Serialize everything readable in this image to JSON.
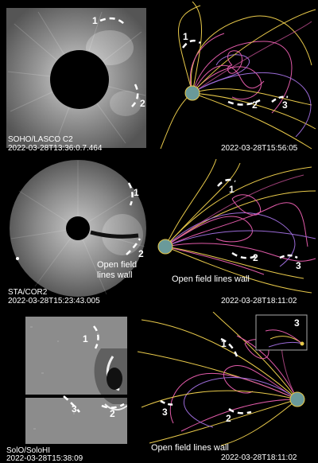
{
  "rows": [
    {
      "left": {
        "instrument": "SOHO/LASCO C2",
        "timestamp": "2022-03-28T13:36:0.7.464",
        "markers": [
          "1",
          "2"
        ]
      },
      "right": {
        "timestamp": "2022-03-28T15:56:05",
        "markers": [
          "1",
          "2",
          "3"
        ]
      }
    },
    {
      "left": {
        "instrument": "STA/COR2",
        "timestamp": "2022-03-28T15:23:43.005",
        "markers": [
          "1",
          "2"
        ],
        "annotation_line1": "Open field",
        "annotation_line2": "lines wall"
      },
      "right": {
        "timestamp": "2022-03-28T18:11:02",
        "markers": [
          "1",
          "2",
          "3"
        ],
        "annotation": "Open field lines wall"
      }
    },
    {
      "left": {
        "instrument": "SolO/SoloHI",
        "timestamp": "2022-03-28T15:38:09",
        "markers": [
          "1",
          "2",
          "3"
        ]
      },
      "right": {
        "timestamp": "2022-03-28T18:11:02",
        "markers": [
          "1",
          "2",
          "3"
        ],
        "inset_marker": "3",
        "annotation": "Open field lines wall"
      }
    }
  ],
  "colors": {
    "field_yellow": "#e8c94a",
    "field_pink": "#e05aa8",
    "field_purple": "#9a6ad6",
    "marker_dash": "#ffffff"
  }
}
